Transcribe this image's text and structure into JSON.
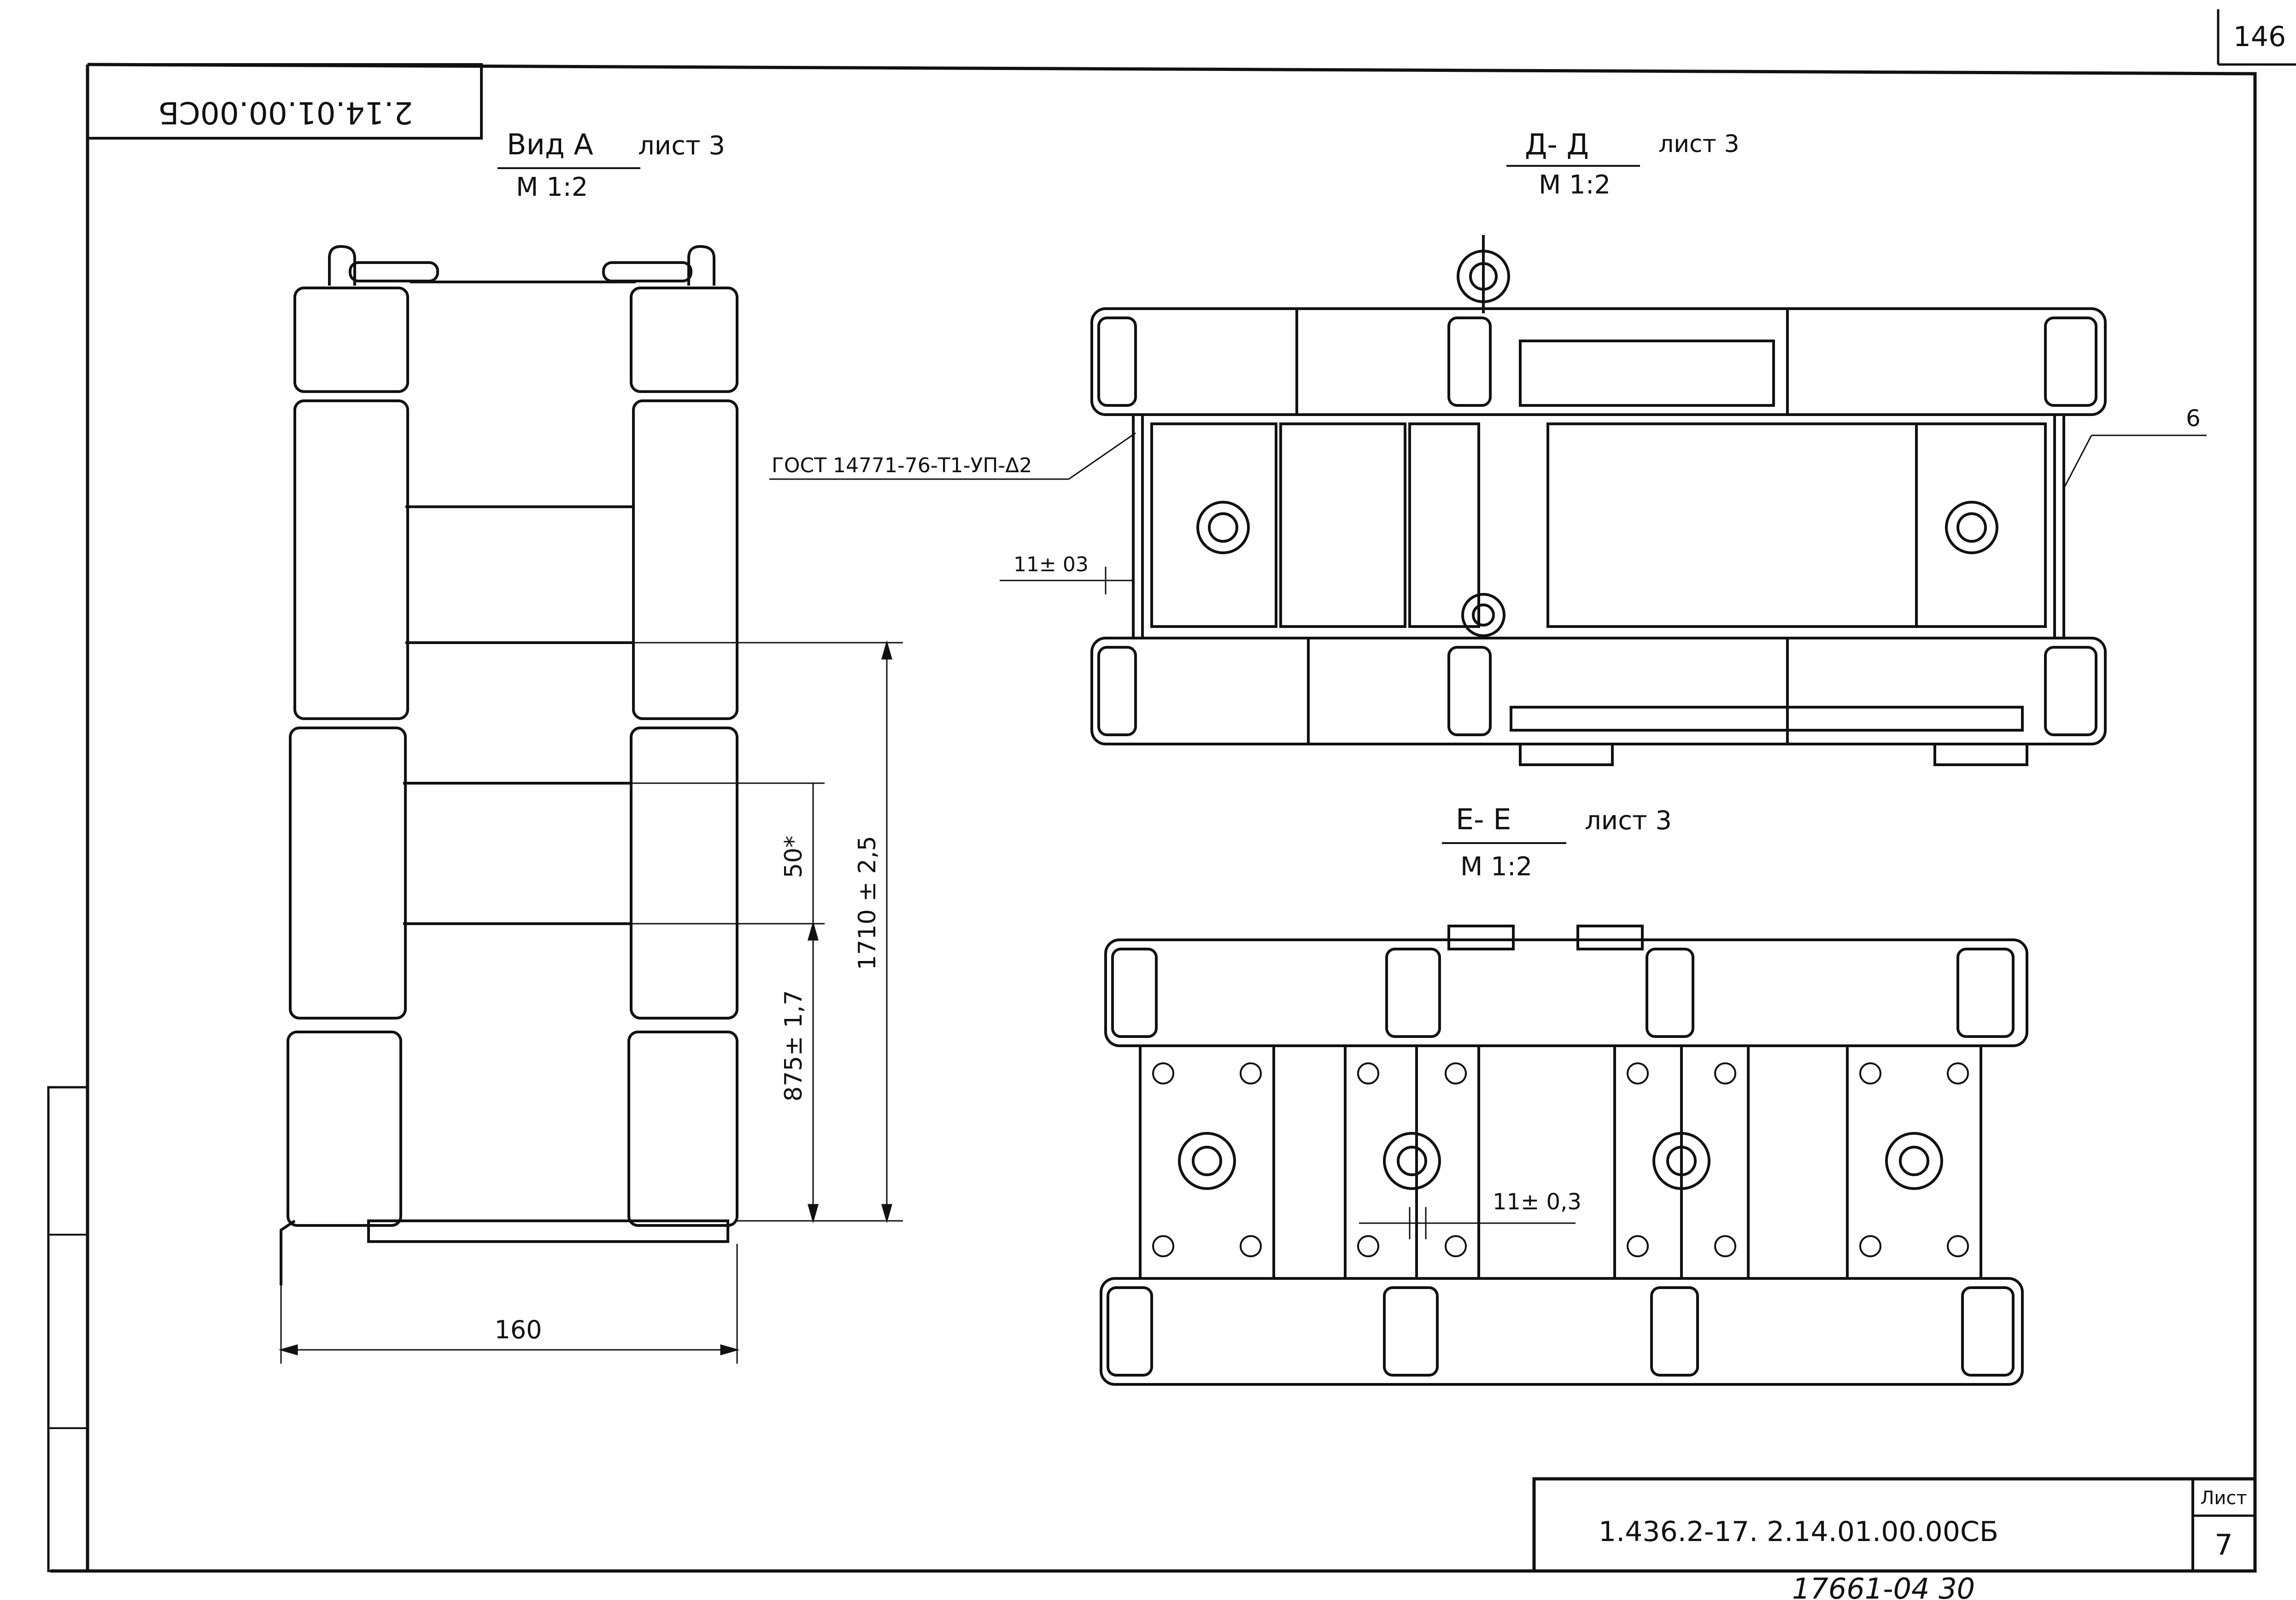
{
  "page_number": "146",
  "stamp_code_rotated": "2.14.01.00.00СБ",
  "view_a": {
    "title": "Вид А",
    "sheet_ref": "лист 3",
    "scale": "М 1:2"
  },
  "section_dd": {
    "title": "Д- Д",
    "sheet_ref": "лист 3",
    "scale": "М 1:2"
  },
  "section_ee": {
    "title": "Е- Е",
    "sheet_ref": "лист 3",
    "scale": "М 1:2"
  },
  "weld_spec": "ГОСТ 14771-76-Т1-УП-Δ2",
  "callouts": {
    "item_6": "6"
  },
  "dimensions": {
    "width_160": "160",
    "d_50": "50*",
    "d_875": "875± 1,7",
    "d_1710": "1710 ± 2,5",
    "gap_dd": "11± 03",
    "gap_ee": "11± 0,3"
  },
  "title_block": {
    "designation": "1.436.2-17.  2.14.01.00.00СБ",
    "sheet_label": "Лист",
    "sheet_number": "7"
  },
  "archive_number": "17661-04 30"
}
